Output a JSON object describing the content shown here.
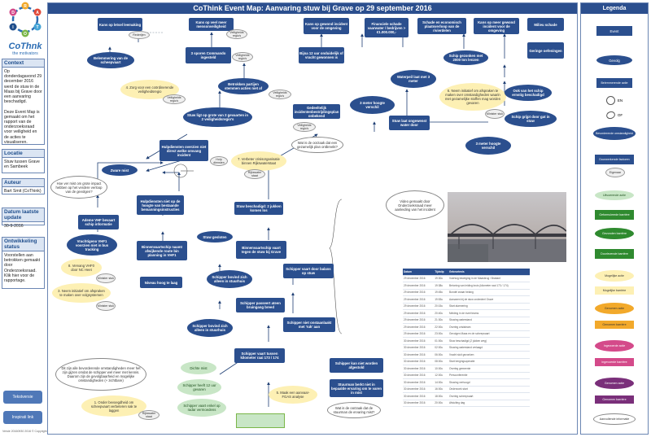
{
  "logo": {
    "letters": [
      "R",
      "A",
      "T",
      "O",
      "I",
      "D"
    ],
    "brand": "CoThnk",
    "tagline": "the motivators"
  },
  "map": {
    "title": "CoThink Event Map: Aanvaring stuw bij Grave op 29 september 2016"
  },
  "legend_title": "Legenda",
  "side": {
    "context": {
      "title": "Context",
      "text": "Op donderdagavond 29 december 2016 werd de stuw in de Maas bij Grave door een aanvaring beschadigd.\n\nDeze Event Map is gemaakt om het rapport van de onderzoeksraad voor veiligheid en de acties te visualiseren."
    },
    "locatie": {
      "title": "Locatie",
      "text": "Stuw tussen Grave en Sambeek"
    },
    "auteur": {
      "title": "Auteur",
      "text": "Bart Smit (CoThink)"
    },
    "datum": {
      "title": "Datum laatste update",
      "text": "30-9-2016"
    },
    "status": {
      "title": "Ontwikkeling status",
      "text": "Voorstellen aan betrokken gemaakt door Onderzoeksraad. Klik hier voor de rapportage."
    }
  },
  "buttons": {
    "tekstversie": "Tekstversie",
    "inspirate": "Inspirati link"
  },
  "footer": "Versie 20160930 2016 © Copyright CoThink Holding",
  "nodes": {
    "n1": "Kans op letsel leemaking",
    "n2": "Kans op veel meer mensonveiligheid",
    "n3": "Kans op gewond incident voor de omgeving",
    "n4": "Financiele schade vaarwater / bedrijven > €1.000.000,-",
    "n5": "Schade en economisch plaatsverloop van de rivierdelen",
    "n6": "Kans op meer gewond incident voor de omgeving",
    "n7": "Milieu schade",
    "n8": "Belemmering van de scheepvaart",
    "n9": "3 sporen Commando ingesteld",
    "n10": "Bijna 12 uur onduidelijk of vracht gewonnen is",
    "n11": "Waterpeil laat met 3 meter",
    "n12": "Schip gezonken met 2000 ton lenzen",
    "n13": "Geringe oefeningen",
    "n14": "Betrokken partijen stemmen acties niet af",
    "n15": "Ook van het schip ernstig beschadigd",
    "n16": "Schip grijpt door gat in stuw",
    "n17": "Stuw ligt op grote van 2 gevaarten in 2 veiligheidsregio's",
    "n18": "Gedeeltelijk incidentenbestrijdingsplan onbekend",
    "n19": "3 meter hoogte verschil",
    "n20": "Stuw laat ongewenst water door",
    "n21": "3 meter hoogte verschil",
    "n22": "Hulpdiensten overzien niet direct welke omvang incident",
    "n23": "Zware mist",
    "n24": "Hulpdiensten niet op de hoogte van bestaande bemanningsinstructies",
    "n25": "Stuw beschadigd: 2 jukken komen los",
    "n26": "Ademe VHF bevaart schip informatie",
    "n27": "Stuw gesloten",
    "n28": "Vrachtigeno VHF1 voorzien niet in bus tracking",
    "n29": "Binnenvaartschip naamt afwijkende route bin planning in VHF1",
    "n30": "Binnenvaartschip vaart tegen de stuw bij Grave",
    "n31": "Niveau hoog te laag",
    "n32": "Schipper bovind zich alleen in stuurhuis",
    "n33": "Schipper vaart door balans op stuw",
    "n34": "Schipper passeert ateen bruingang breed",
    "n35": "Schipper bovind zich alleen in stuurhuis",
    "n36": "Schipper niet onstaanlaakt met 'ruk' aan",
    "n37": "Schipper vaart tussen kilometer raai 173 / 174",
    "n38": "Schipper kan niet worden afgestold",
    "n39": "Stuurman berkt niet in bepaalde ervaring om te varen in mist",
    "n40": "Wat is de oorzaak dat de stuurman de ervaring mist?"
  },
  "notes": {
    "q1": "Hoe ver mist om grote impact hebben op het verdere verloop van de gevolgen?",
    "q2": "Wat is de oorzaak dat een gezamelijk plan ontbreekt?",
    "q3": "Dit zijn alle bevorderende omstandigheden meer het zijn gijzen omdat de schipper wel meer met kennis. Daarom zijn de gevolgbaarheid en mogelijke omstandigheden (+ zichtbare)",
    "a4": "4. Zorg voor een coördinerende veiligheidsregio",
    "a6": "6. Neem initiatief om afspraken te maken over omstandigheden waarin met gezamelijke stoffen mag worden gevaren",
    "a7": "7. Verbeter crisisorganisatie binnen Rijkswaterstaat",
    "a8": "8. Vervang VHF0 door NC Heet",
    "a3": "3. Neem initiatief om afspraken te maken over volgsystemen",
    "a1": "1. Onder bevoegdheid om scheepvaart verbeteren sak te laggen",
    "a2": "2. Betrek naast 'Grave' bij eventueel beslisregeling baroveninggingen",
    "a5": "5. Maak een aanvaar- FGAS analyse"
  },
  "badges": {
    "b1": "Rederijen",
    "b2": "Veiligheids regio's",
    "b3": "Veiligheids regio's",
    "b4": "Veiligheids regio's",
    "b5": "Veiligheids regio's",
    "b6": "Veiligheids regio's",
    "b7": "Minister stuk",
    "b8": "Hulp diensten",
    "b9": "Rijkswater staat",
    "b10": "Minister stuk",
    "b11": "Minister stuk",
    "b12": "Rijkswater staat",
    "b13": "Minister stuk"
  },
  "green": {
    "g1": "Dichte mist",
    "g2": "Schipper heeft 12 uur gevaren",
    "g3": "Schipper vaart enkel op radar vermoedens"
  },
  "video_caption": "Video gemaakt door Onderzoeksraad meer aanleiding van het incident",
  "timeline": {
    "headers": [
      "Datum",
      "Tijdstip",
      "Gebeurtenis"
    ],
    "rows": [
      [
        "29 december 2016",
        "19:30u",
        "Voertuig beweging in de Maasbrug / Brabant"
      ],
      [
        "29 december 2016",
        "19:38u",
        "Betoning van leiding kruis (kilometer raai 173 / 174)"
      ],
      [
        "29 december 2016",
        "19:45u",
        "Bundel zwaar belang"
      ],
      [
        "29 december 2016",
        "19:53u",
        "Aanvaren bij de stuw onderdeel Grave"
      ],
      [
        "29 december 2016",
        "20:15u",
        "Start alarmering"
      ],
      [
        "29 december 2016",
        "20:40u",
        "Melding in de inzet teams"
      ],
      [
        "29 december 2016",
        "21:30u",
        "Stuwing waterstand"
      ],
      [
        "29 december 2016",
        "22:00u",
        "Overleg crisisteam"
      ],
      [
        "29 december 2016",
        "23:00u",
        "Gevolgen Maas en de scheepvaart"
      ],
      [
        "30 december 2016",
        "01:00u",
        "Stuw beschadigd (2 jukken weg)"
      ],
      [
        "30 december 2016",
        "02:00u",
        "Stuwing waterstand verlaagd"
      ],
      [
        "30 december 2016",
        "06:00u",
        "Vracht sluit gezonken"
      ],
      [
        "30 december 2016",
        "08:00u",
        "Start bergingsoperatie"
      ],
      [
        "30 december 2016",
        "10:00u",
        "Overleg gemeente"
      ],
      [
        "30 december 2016",
        "12:00u",
        "Persconferentie"
      ],
      [
        "30 december 2016",
        "14:00u",
        "Stuwing verhoogd"
      ],
      [
        "30 december 2016",
        "16:00u",
        "Onderzoek start"
      ],
      [
        "30 december 2016",
        "18:00u",
        "Overleg scheepvaart"
      ],
      [
        "30 december 2016",
        "20:00u",
        "Afsluiting dag"
      ]
    ]
  },
  "legend": {
    "event": "Event",
    "gevolg": "Gevolg",
    "belemmering": "Belemmerende actie",
    "en": "EN",
    "of": "OF",
    "voorwaardelijke": "Bevorderende omstandigheid",
    "doorwerkende": "Doorwerkende factoren",
    "eigenaar": "Eigenaar",
    "g_actie": "Uitvoerende actie",
    "g_barriere": "Geformuleerde barrière",
    "d_actie": "Gevonden barrière",
    "d_barriere": "Doorlevende barrière",
    "y_actie": "Mogelijke actie",
    "y_barriere": "Mogelijke barrière",
    "o_actie": "Genomen actie",
    "o_barriere": "Genomen barrière",
    "p_actie": "Ingevoerde actie",
    "p_barriere": "Ingevoerde barrière",
    "v_actie": "Genomen actie",
    "v_barriere": "Genomen barrière",
    "aanvullend": "Aanvullende informatie"
  },
  "colors": {
    "navy": "#2b4f8e",
    "yellow": "#fdf0b4",
    "lightgreen": "#c8e6c6",
    "darkgreen": "#2f8a2f",
    "orange": "#f2a92b",
    "pink": "#d44a8a",
    "purple": "#7a2f7a"
  }
}
